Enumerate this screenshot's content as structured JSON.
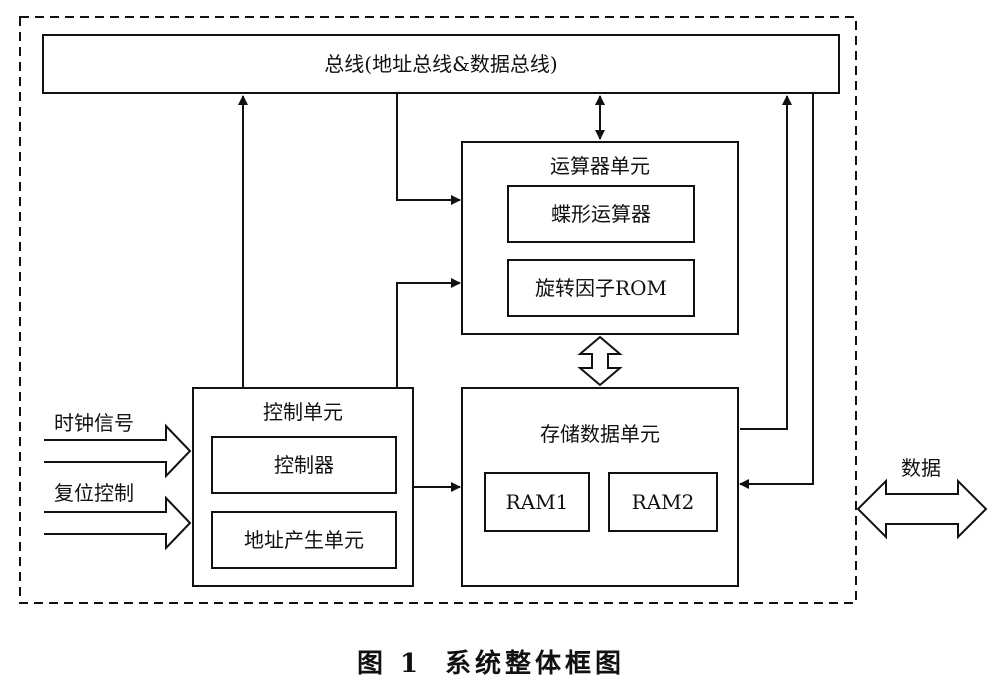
{
  "bus": {
    "label": "总线(地址总线&数据总线)"
  },
  "alu_unit": {
    "title": "运算器单元",
    "butterfly": "蝶形运算器",
    "twiddle_rom": "旋转因子ROM"
  },
  "control_unit": {
    "title": "控制单元",
    "controller": "控制器",
    "address_gen": "地址产生单元"
  },
  "storage_unit": {
    "title": "存储数据单元",
    "ram1": "RAM1",
    "ram2": "RAM2"
  },
  "inputs": {
    "clock": "时钟信号",
    "reset": "复位控制"
  },
  "external": {
    "data": "数据"
  },
  "caption": {
    "figure": "图 1",
    "title": "系统整体框图"
  }
}
